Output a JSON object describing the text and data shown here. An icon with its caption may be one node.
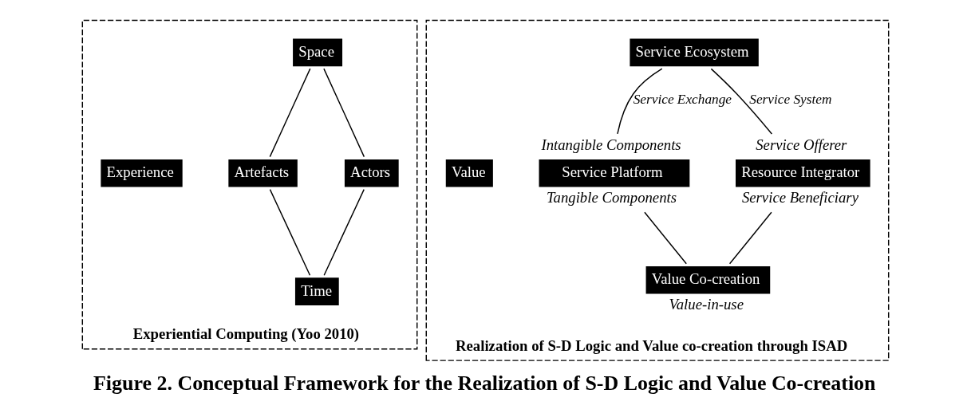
{
  "diagram": {
    "caption": "Figure 2. Conceptual Framework for the Realization of S-D Logic and Value Co-creation",
    "nodes": [
      {
        "text": [
          "Experiential Computing (Yoo 2010)"
        ]
      },
      {
        "text": [
          "Space"
        ],
        "in": 0
      },
      {
        "text": [
          "Artefacts"
        ],
        "in": 0
      },
      {
        "text": [
          "Experience"
        ],
        "in": 0
      },
      {
        "text": [
          "Actors"
        ],
        "in": 0
      },
      {
        "text": [
          "Time"
        ],
        "in": 0
      },
      {
        "text": [
          "Realization of S-D Logic and Value co-creation through ISAD"
        ]
      },
      {
        "text": [
          "Service Ecosystem"
        ],
        "in": 6
      },
      {
        "text": [
          "Service Platform"
        ],
        "in": 6,
        "beside": [
          "Intangible Components",
          "Tangible Components"
        ]
      },
      {
        "text": [
          "Value"
        ],
        "in": 6
      },
      {
        "text": [
          "Resource Integrator"
        ],
        "in": 6,
        "beside": [
          "Service Offerer",
          "Service Beneficiary"
        ]
      },
      {
        "text": [
          "Value Co-creation"
        ],
        "in": 6,
        "beside": [
          "Value-in-use"
        ]
      }
    ],
    "edges": [
      {
        "from": 1,
        "to": 2,
        "arrow": "none"
      },
      {
        "from": 1,
        "to": 4,
        "arrow": "none"
      },
      {
        "from": 2,
        "to": 5,
        "arrow": "none"
      },
      {
        "from": 4,
        "to": 5,
        "arrow": "none"
      },
      {
        "from": 7,
        "to": 8,
        "arrow": "none",
        "label": "Service Exchange"
      },
      {
        "from": 7,
        "to": 10,
        "arrow": "none",
        "label": "Service System"
      },
      {
        "from": 8,
        "to": 11,
        "arrow": "none"
      },
      {
        "from": 10,
        "to": 11,
        "arrow": "none"
      }
    ]
  }
}
